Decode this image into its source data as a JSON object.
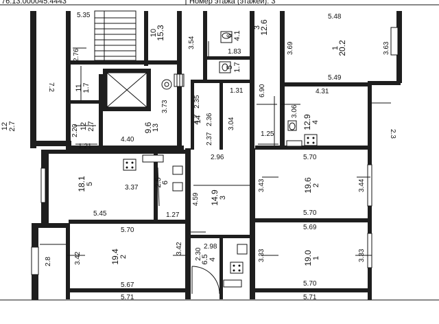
{
  "header": {
    "left_text": "76:13:000045:4443",
    "right_text": "Номер этажа (этажей): 3"
  },
  "rooms": [
    {
      "id": "10",
      "area": "15.3"
    },
    {
      "id": "6",
      "area": "4.1"
    },
    {
      "id": "3",
      "area": "12.6"
    },
    {
      "id": "1",
      "area": "20.2"
    },
    {
      "id": "5",
      "area": "1.7"
    },
    {
      "id": "11",
      "area": "1.7"
    },
    {
      "id": "12",
      "area": "2.7"
    },
    {
      "id": "12",
      "area": "2.7"
    },
    {
      "id": "13",
      "area": "9.6"
    },
    {
      "id": "14",
      "area": "4.7"
    },
    {
      "id": "4",
      "area": "12.9"
    },
    {
      "id": "5",
      "area": "18.1"
    },
    {
      "id": "6",
      "area": "2.5"
    },
    {
      "id": "3",
      "area": "14.9"
    },
    {
      "id": "2",
      "area": "19.6"
    },
    {
      "id": "2",
      "area": "19.4"
    },
    {
      "id": "4",
      "area": "6.5"
    },
    {
      "id": "1",
      "area": "19.0"
    }
  ],
  "dimensions": [
    "5.35",
    "2.76",
    "7.2",
    "3.54",
    "1.83",
    "3.69",
    "5.48",
    "3.63",
    "5.49",
    "4.31",
    "6.90",
    "1.31",
    "2.35",
    "2.36",
    "3.04",
    "3.73",
    "3.06",
    "2.37",
    "1.25",
    "2.3",
    "2.20",
    "1.21",
    "4.40",
    "2.96",
    "5.70",
    "3.43",
    "3.44",
    "3.37",
    "4.59",
    "5.45",
    "1.27",
    "5.70",
    "5.69",
    "5.70",
    "2.98",
    "2.30",
    "3.42",
    "3.42",
    "3.33",
    "3.33",
    "2.8",
    "5.67",
    "5.70",
    "5.71",
    "5.71"
  ],
  "colors": {
    "wall": "#1e1e1e",
    "line": "#111111",
    "background": "#ffffff"
  }
}
